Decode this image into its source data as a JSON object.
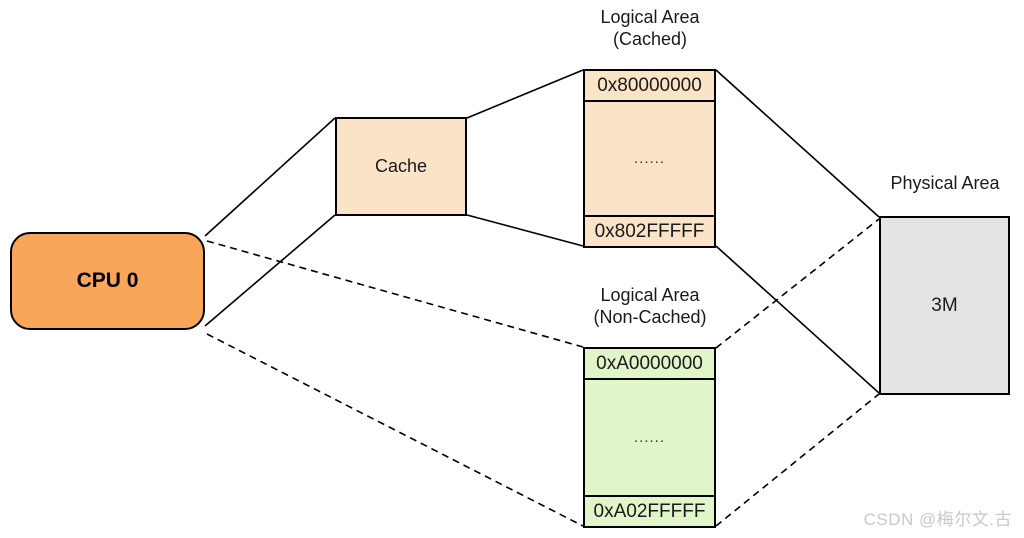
{
  "diagram": {
    "cpu": {
      "label": "CPU 0"
    },
    "cache": {
      "label": "Cache"
    },
    "logical_cached": {
      "title_line1": "Logical Area",
      "title_line2": "(Cached)",
      "start_address": "0x80000000",
      "ellipsis": "......",
      "end_address": "0x802FFFFF"
    },
    "logical_noncached": {
      "title_line1": "Logical Area",
      "title_line2": "(Non-Cached)",
      "start_address": "0xA0000000",
      "ellipsis": "......",
      "end_address": "0xA02FFFFF"
    },
    "physical": {
      "title": "Physical Area",
      "size_label": "3M"
    },
    "colors": {
      "cpu_fill": "#F9A65A",
      "cached_fill": "#FBE3C8",
      "noncached_fill": "#E0F5C8",
      "physical_fill": "#E4E4E4",
      "line": "#000000"
    }
  },
  "watermark": {
    "text": "CSDN @梅尔文.古"
  }
}
